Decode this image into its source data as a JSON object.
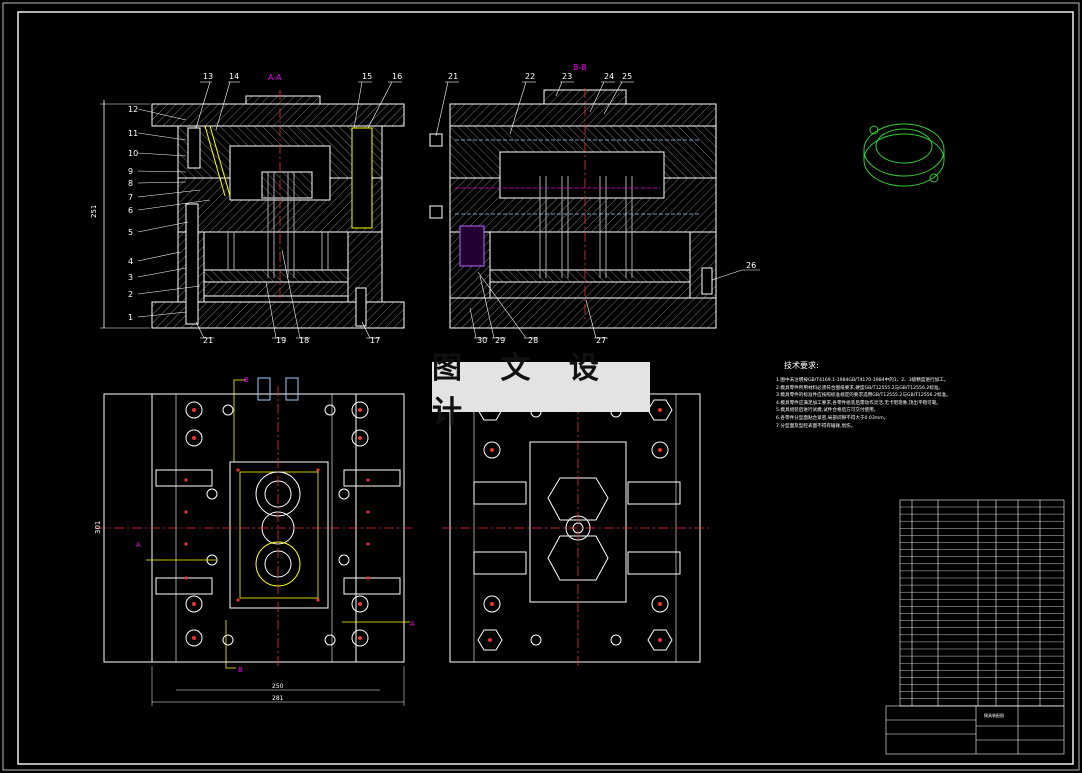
{
  "watermark": "图 文 设 计",
  "section_labels": {
    "aa": "A-A",
    "bb": "B-B"
  },
  "callouts_left": [
    "13",
    "14",
    "15",
    "16",
    "12",
    "11",
    "10",
    "9",
    "8",
    "7",
    "6",
    "5",
    "4",
    "3",
    "2",
    "1",
    "21",
    "19",
    "18",
    "17"
  ],
  "callouts_right": [
    "21",
    "22",
    "23",
    "24",
    "25",
    "26",
    "30",
    "29",
    "28",
    "27"
  ],
  "dimensions": {
    "height_left": "251",
    "height_plan": "301",
    "width_inner": "250",
    "width_outer": "281"
  },
  "view_markers": {
    "a": "A",
    "b": "B"
  },
  "tech_requirements": {
    "title": "技术要求:",
    "items": [
      "1.图中未注明按GB/T4169.1-1984GB/T4170-1984中的1、2、3级精度进行加工。",
      "2.模具零件所用材料必须符合图纸要求,硬度GB/T12555.2与GB/T12556.2标准。",
      "3.模具零件的标准件应按照标准规定的要求选用GB/T12555.2与GB/T12556.2标准。",
      "4.模具零件应满足加工要求,各零件组装后需动作灵活,无卡阻现象,顶出平稳可靠。",
      "5.模具组装后进行试模,试件合格后方可交付使用。",
      "6.各零件分型面贴合紧密,局部间隙不得大于0.03mm。",
      "7.分型面及型腔表面不得有磕碰,划伤。"
    ]
  },
  "title_block": {
    "drawing_no": "模具装配图"
  }
}
